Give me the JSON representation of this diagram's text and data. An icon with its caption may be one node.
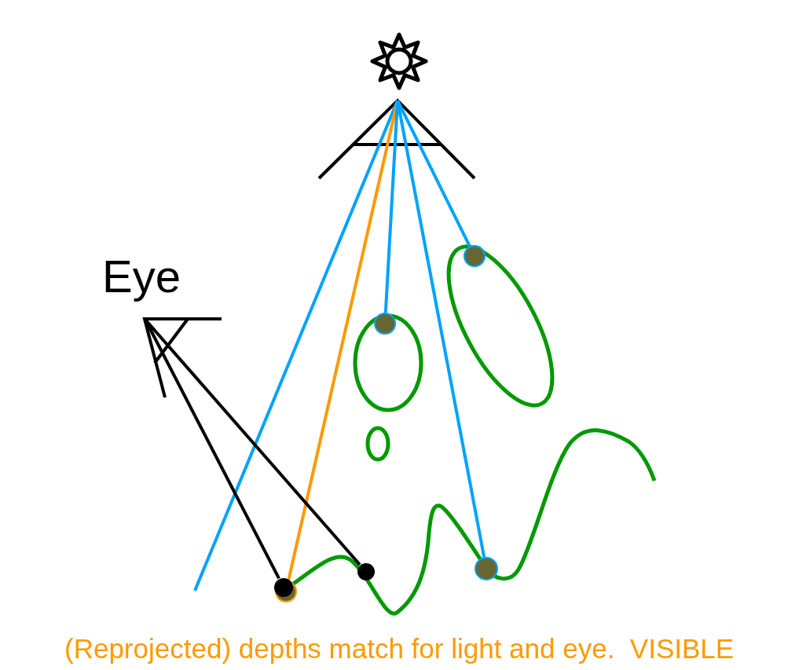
{
  "diagram": {
    "caption": "(Reprojected) depths match for light and eye.  VISIBLE",
    "nodes": [
      {
        "text": [],
        "shape": "picture"
      },
      {
        "text": [
          "Eye"
        ]
      },
      {
        "text": [],
        "shape": "circle"
      },
      {
        "text": [],
        "shape": "circle"
      },
      {
        "text": [],
        "shape": "circle"
      },
      {
        "text": [],
        "shape": "circle"
      },
      {
        "text": [],
        "shape": "circle"
      },
      {
        "text": [],
        "shape": "circle"
      }
    ],
    "edges": [
      {
        "from": 0,
        "to": null,
        "arrow": "none"
      },
      {
        "from": 0,
        "to": 6,
        "arrow": "none",
        "color": "#ff9900"
      },
      {
        "from": 0,
        "to": 3,
        "arrow": "none"
      },
      {
        "from": 0,
        "to": 2,
        "arrow": "none"
      },
      {
        "from": 0,
        "to": 4,
        "arrow": "none"
      },
      {
        "from": 1,
        "to": 7,
        "arrow": "none",
        "color": "#000000"
      },
      {
        "from": 1,
        "to": 5,
        "arrow": "none",
        "color": "#000000"
      }
    ]
  }
}
